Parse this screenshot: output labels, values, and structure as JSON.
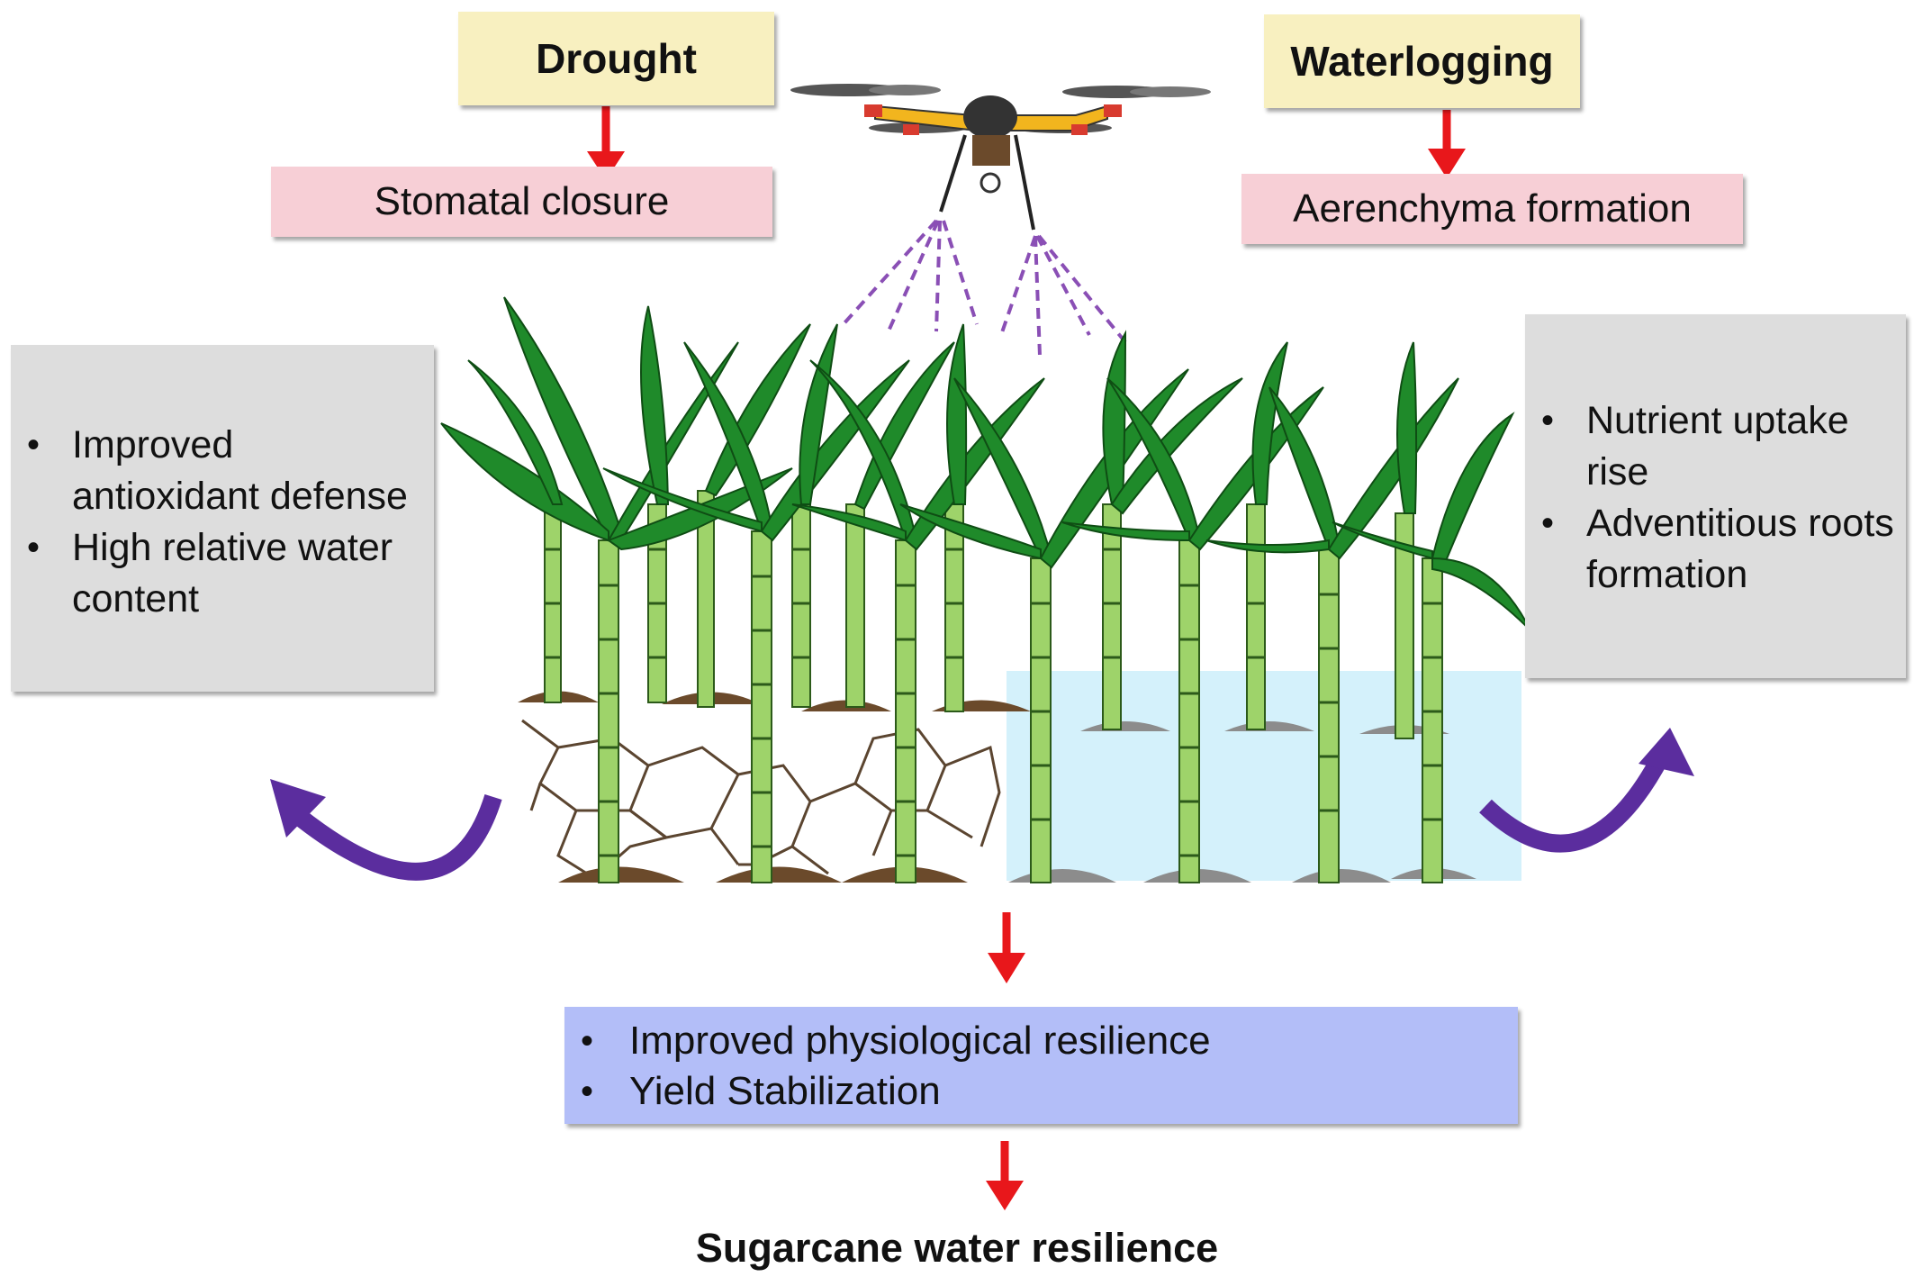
{
  "stresses": {
    "drought": {
      "title": "Drought",
      "effect": "Stomatal closure",
      "responses": [
        "Improved antioxidant defense",
        "High relative water content"
      ]
    },
    "waterlogging": {
      "title": "Waterlogging",
      "effect": "Aerenchyma formation",
      "responses": [
        "Nutrient uptake rise",
        "Adventitious roots formation"
      ]
    }
  },
  "outcomes": [
    "Improved physiological resilience",
    "Yield Stabilization"
  ],
  "final_label": "Sugarcane water resilience",
  "colors": {
    "stress_box": "#f8f0c0",
    "effect_box": "#f7cfd6",
    "response_box": "#dddddd",
    "outcome_box": "#b3bef8",
    "arrow_red": "#e8171b",
    "arrow_purple": "#5b2d9e",
    "leaf_green": "#1f8a2a",
    "stalk_green": "#9ed36a",
    "water_blue": "#cdeefa",
    "spray_purple": "#8a4fb5"
  }
}
